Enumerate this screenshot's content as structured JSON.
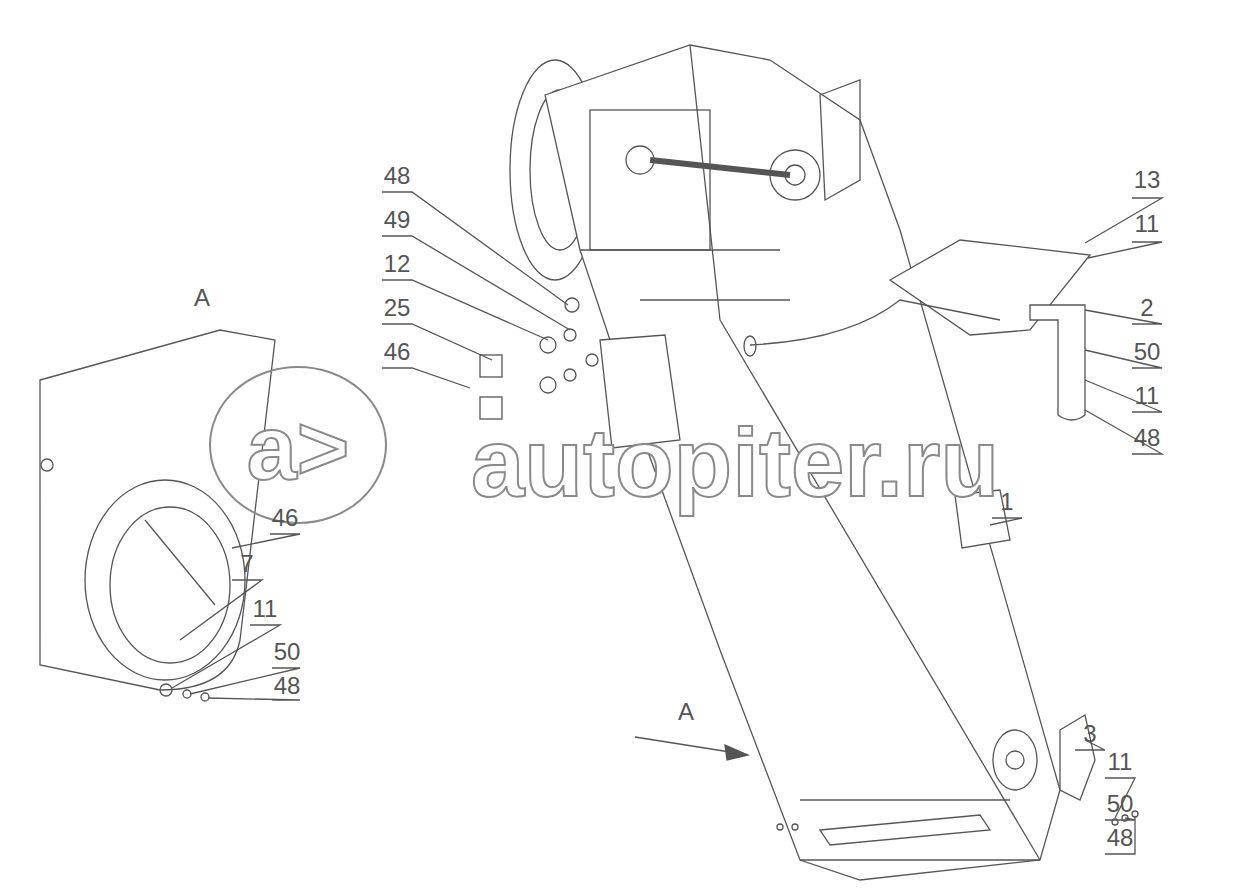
{
  "diagram": {
    "labels": [
      "48",
      "49",
      "12",
      "25",
      "46",
      "A",
      "46",
      "7",
      "11",
      "50",
      "48",
      "13",
      "11",
      "2",
      "50",
      "11",
      "48",
      "1",
      "A",
      "3",
      "11",
      "50",
      "48",
      "a>",
      "autopiter.ru"
    ]
  }
}
